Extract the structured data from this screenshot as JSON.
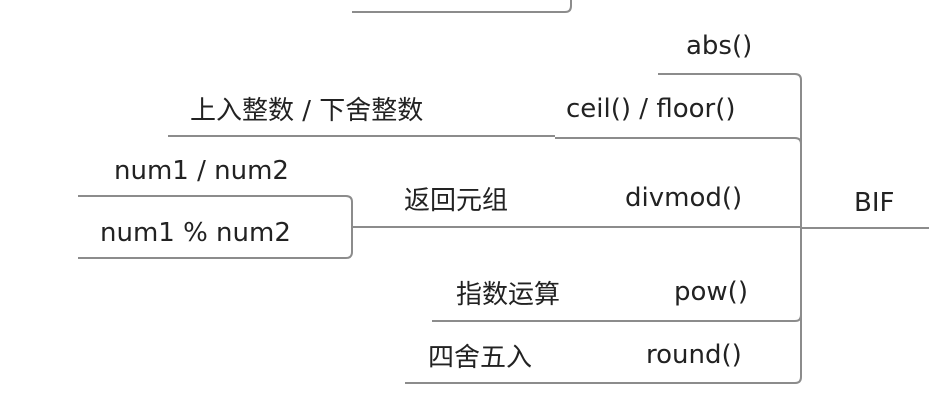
{
  "root": {
    "label": "BIF"
  },
  "functions": [
    {
      "id": "abs",
      "label": "abs()"
    },
    {
      "id": "ceil-floor",
      "label": "ceil() / floor()",
      "note": "上入整数 / 下舍整数"
    },
    {
      "id": "divmod",
      "label": "divmod()",
      "note": "返回元组",
      "children": [
        "num1 / num2",
        "num1 % num2"
      ]
    },
    {
      "id": "pow",
      "label": "pow()",
      "note": "指数运算"
    },
    {
      "id": "round",
      "label": "round()",
      "note": "四舍五入"
    }
  ],
  "colors": {
    "line": "#8c8c8c",
    "text": "#222222",
    "background": "#ffffff"
  }
}
